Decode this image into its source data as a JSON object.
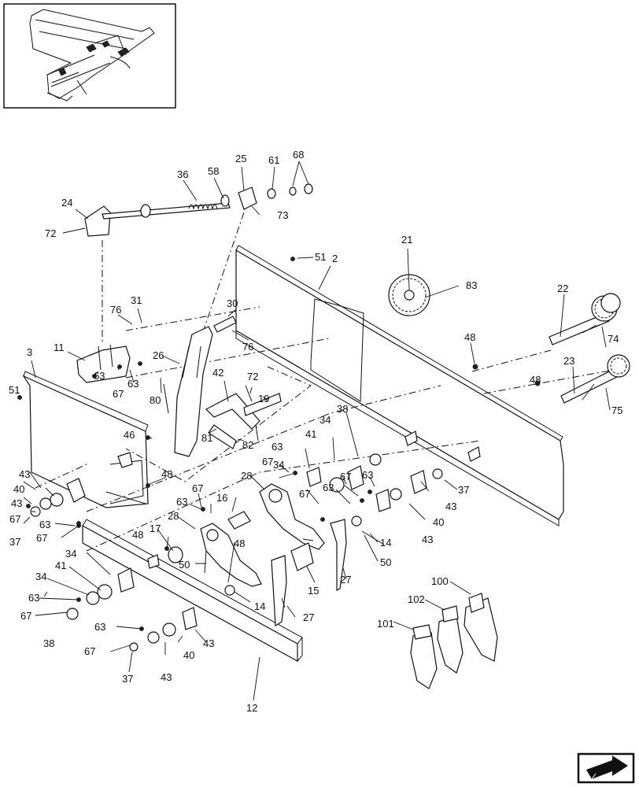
{
  "diagram": {
    "callouts": [
      {
        "id": "c2",
        "text": "2"
      },
      {
        "id": "c3",
        "text": "3"
      },
      {
        "id": "c11",
        "text": "11"
      },
      {
        "id": "c12",
        "text": "12"
      },
      {
        "id": "c14a",
        "text": "14"
      },
      {
        "id": "c14b",
        "text": "14"
      },
      {
        "id": "c15",
        "text": "15"
      },
      {
        "id": "c16",
        "text": "16"
      },
      {
        "id": "c17",
        "text": "17"
      },
      {
        "id": "c19",
        "text": "19"
      },
      {
        "id": "c21",
        "text": "21"
      },
      {
        "id": "c22",
        "text": "22"
      },
      {
        "id": "c23",
        "text": "23"
      },
      {
        "id": "c24",
        "text": "24"
      },
      {
        "id": "c25",
        "text": "25"
      },
      {
        "id": "c26",
        "text": "26"
      },
      {
        "id": "c27a",
        "text": "27"
      },
      {
        "id": "c27b",
        "text": "27"
      },
      {
        "id": "c28a",
        "text": "28"
      },
      {
        "id": "c28b",
        "text": "28"
      },
      {
        "id": "c30",
        "text": "30"
      },
      {
        "id": "c31",
        "text": "31"
      },
      {
        "id": "c34a",
        "text": "34"
      },
      {
        "id": "c34b",
        "text": "34"
      },
      {
        "id": "c34c",
        "text": "34"
      },
      {
        "id": "c34d",
        "text": "34"
      },
      {
        "id": "c36",
        "text": "36"
      },
      {
        "id": "c37a",
        "text": "37"
      },
      {
        "id": "c37b",
        "text": "37"
      },
      {
        "id": "c37c",
        "text": "37"
      },
      {
        "id": "c38a",
        "text": "38"
      },
      {
        "id": "c38b",
        "text": "38"
      },
      {
        "id": "c40a",
        "text": "40"
      },
      {
        "id": "c40b",
        "text": "40"
      },
      {
        "id": "c40c",
        "text": "40"
      },
      {
        "id": "c41a",
        "text": "41"
      },
      {
        "id": "c41b",
        "text": "41"
      },
      {
        "id": "c42",
        "text": "42"
      },
      {
        "id": "c43a",
        "text": "43"
      },
      {
        "id": "c43b",
        "text": "43"
      },
      {
        "id": "c43c",
        "text": "43"
      },
      {
        "id": "c43d",
        "text": "43"
      },
      {
        "id": "c43e",
        "text": "43"
      },
      {
        "id": "c43f",
        "text": "43"
      },
      {
        "id": "c46",
        "text": "46"
      },
      {
        "id": "c48a",
        "text": "48"
      },
      {
        "id": "c48b",
        "text": "48"
      },
      {
        "id": "c48c",
        "text": "48"
      },
      {
        "id": "c48d",
        "text": "48"
      },
      {
        "id": "c48e",
        "text": "48"
      },
      {
        "id": "c50a",
        "text": "50"
      },
      {
        "id": "c50b",
        "text": "50"
      },
      {
        "id": "c51a",
        "text": "51"
      },
      {
        "id": "c51b",
        "text": "51"
      },
      {
        "id": "c58",
        "text": "58"
      },
      {
        "id": "c61",
        "text": "61"
      },
      {
        "id": "c63a",
        "text": "63"
      },
      {
        "id": "c63b",
        "text": "63"
      },
      {
        "id": "c63c",
        "text": "63"
      },
      {
        "id": "c63d",
        "text": "63"
      },
      {
        "id": "c63e",
        "text": "63"
      },
      {
        "id": "c63f",
        "text": "63"
      },
      {
        "id": "c63g",
        "text": "63"
      },
      {
        "id": "c63h",
        "text": "63"
      },
      {
        "id": "c63i",
        "text": "63"
      },
      {
        "id": "c67a",
        "text": "67"
      },
      {
        "id": "c67b",
        "text": "67"
      },
      {
        "id": "c67c",
        "text": "67"
      },
      {
        "id": "c67d",
        "text": "67"
      },
      {
        "id": "c67e",
        "text": "67"
      },
      {
        "id": "c67f",
        "text": "67"
      },
      {
        "id": "c67g",
        "text": "67"
      },
      {
        "id": "c67h",
        "text": "67"
      },
      {
        "id": "c67i",
        "text": "67"
      },
      {
        "id": "c68",
        "text": "68"
      },
      {
        "id": "c72a",
        "text": "72"
      },
      {
        "id": "c72b",
        "text": "72"
      },
      {
        "id": "c73",
        "text": "73"
      },
      {
        "id": "c74",
        "text": "74"
      },
      {
        "id": "c75",
        "text": "75"
      },
      {
        "id": "c76a",
        "text": "76"
      },
      {
        "id": "c76b",
        "text": "76"
      },
      {
        "id": "c80",
        "text": "80"
      },
      {
        "id": "c81",
        "text": "81"
      },
      {
        "id": "c82",
        "text": "82"
      },
      {
        "id": "c83",
        "text": "83"
      },
      {
        "id": "c100",
        "text": "100"
      },
      {
        "id": "c101",
        "text": "101"
      },
      {
        "id": "c102",
        "text": "102"
      }
    ],
    "icons": {
      "thumbnail": "machine-overview-thumbnail",
      "nav": "next-page-arrow-icon"
    }
  }
}
